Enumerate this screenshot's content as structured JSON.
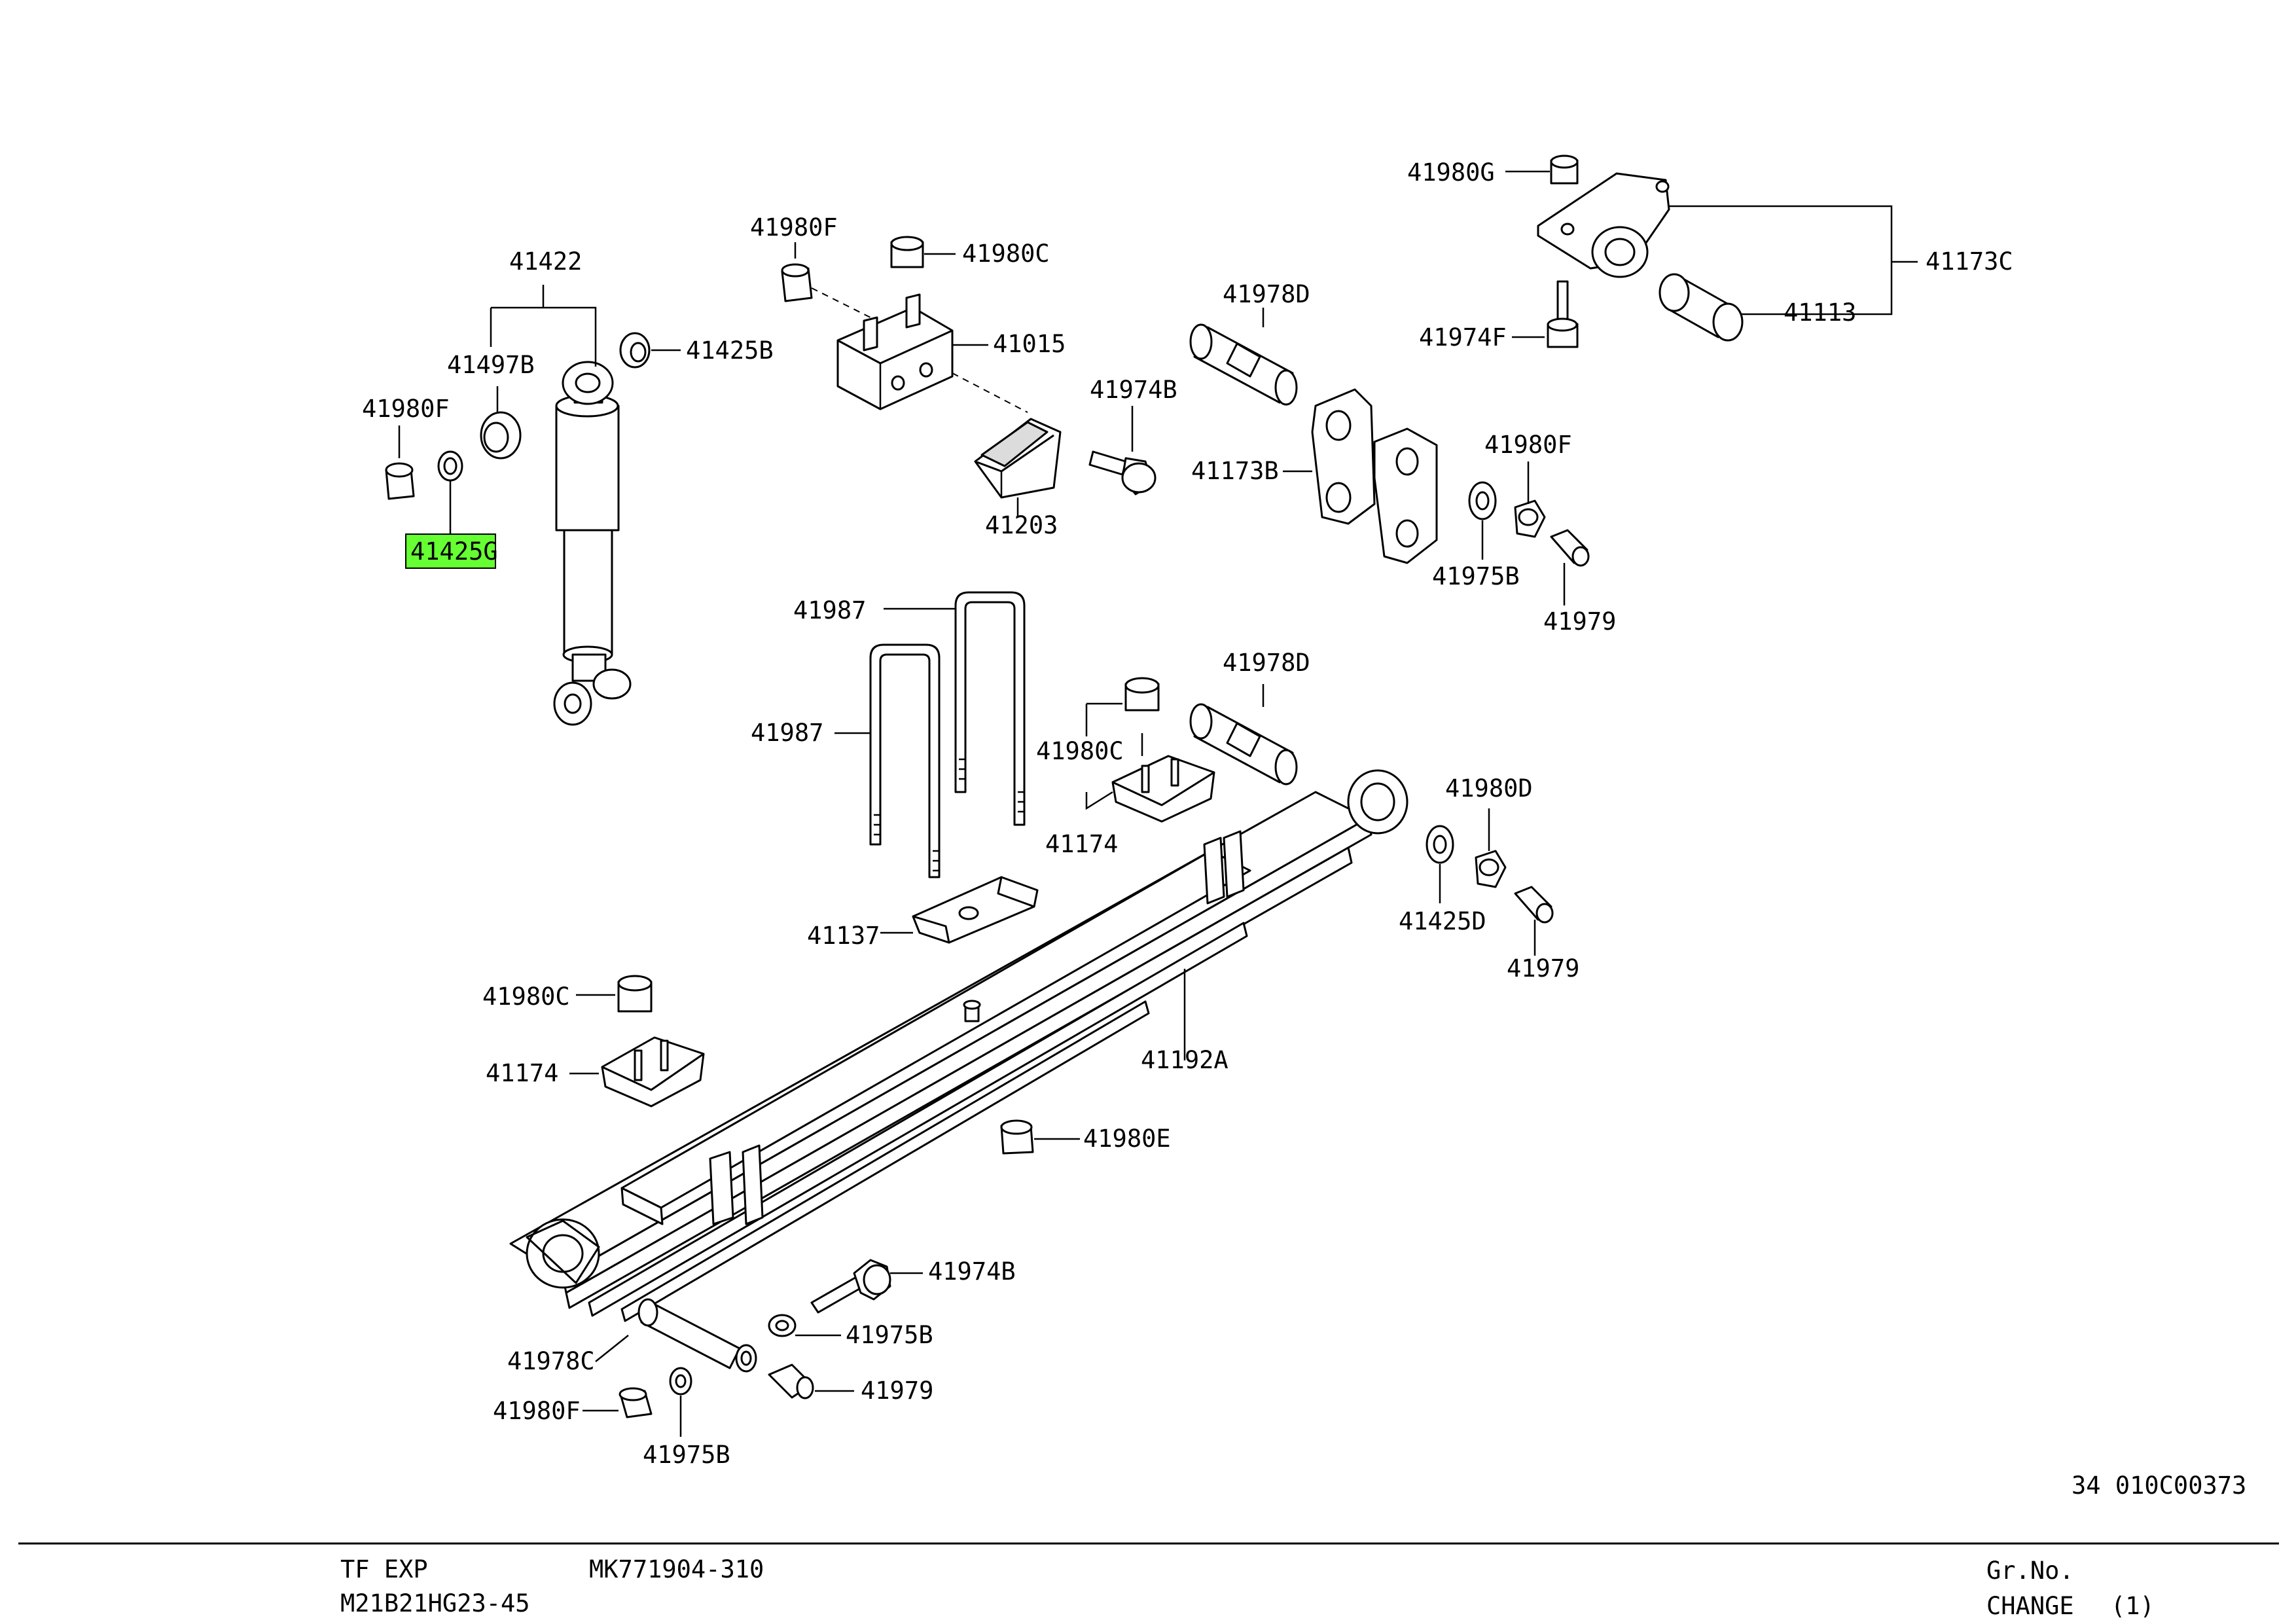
{
  "diagram": {
    "highlight_color": "#66ff33",
    "reference": "34 010C00373",
    "labels": {
      "p41422": "41422",
      "p41497B": "41497B",
      "p41980F_a": "41980F",
      "p41425G": "41425G",
      "p41425B": "41425B",
      "p41980F_b": "41980F",
      "p41980C_a": "41980C",
      "p41015": "41015",
      "p41974B_a": "41974B",
      "p41203": "41203",
      "p41980G": "41980G",
      "p41173C": "41173C",
      "p41974F": "41974F",
      "p41113": "41113",
      "p41978D_a": "41978D",
      "p41173B": "41173B",
      "p41980F_c": "41980F",
      "p41975B_a": "41975B",
      "p41979_a": "41979",
      "p41987_a": "41987",
      "p41987_b": "41987",
      "p41978D_b": "41978D",
      "p41980C_b": "41980C",
      "p41174_a": "41174",
      "p41980D": "41980D",
      "p41425D": "41425D",
      "p41979_b": "41979",
      "p41137": "41137",
      "p41980C_c": "41980C",
      "p41174_b": "41174",
      "p41192A": "41192A",
      "p41980E": "41980E",
      "p41974B_b": "41974B",
      "p41975B_b": "41975B",
      "p41978C": "41978C",
      "p41979_c": "41979",
      "p41980F_d": "41980F",
      "p41975B_c": "41975B"
    }
  },
  "footer": {
    "model": "TF EXP",
    "part_number": "MK771904-310",
    "spec": "M21B21HG23-45",
    "gr_no_label": "Gr.No.",
    "change_label": "CHANGE",
    "change_count": "(1)"
  }
}
